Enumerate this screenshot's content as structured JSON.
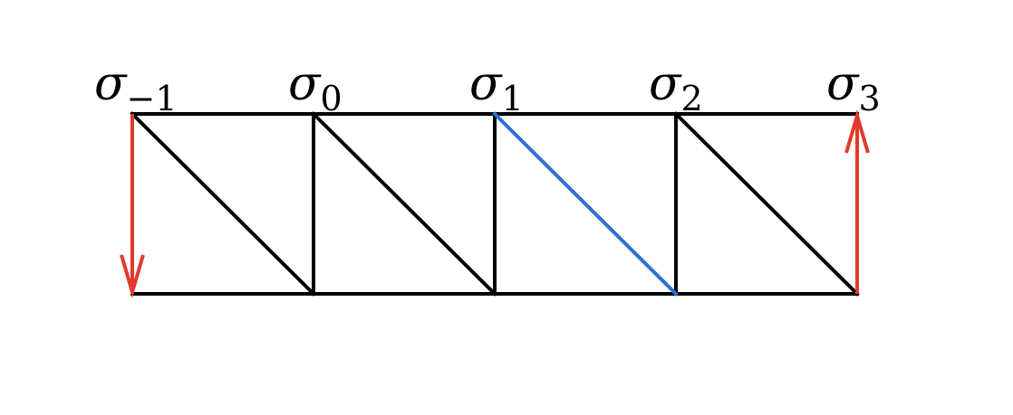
{
  "labels": [
    {
      "base": "σ",
      "sub": "−1"
    },
    {
      "base": "σ",
      "sub": "0"
    },
    {
      "base": "σ",
      "sub": "1"
    },
    {
      "base": "σ",
      "sub": "2"
    },
    {
      "base": "σ",
      "sub": "3"
    }
  ],
  "colors": {
    "edge": "#000000",
    "highlight": "#2f6fd0",
    "arrow": "#e03a2a"
  }
}
